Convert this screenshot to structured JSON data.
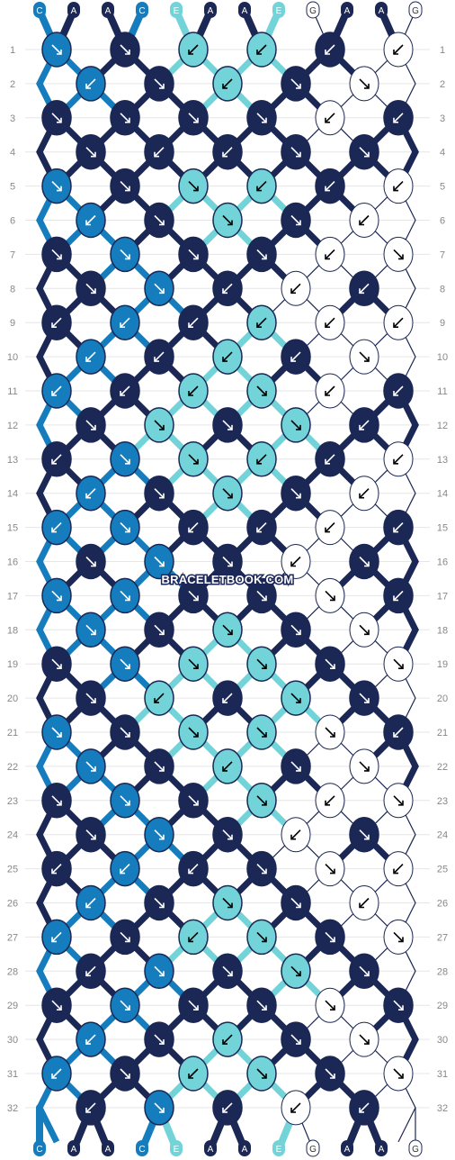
{
  "watermark": "BRACELETBOOK.COM",
  "colors": {
    "A": "#1b2754",
    "C": "#157dbd",
    "E": "#72d4d8",
    "G": "#ffffff"
  },
  "strands": [
    "C",
    "A",
    "A",
    "C",
    "E",
    "A",
    "A",
    "E",
    "G",
    "A",
    "A",
    "G"
  ],
  "row_numbers": [
    "1",
    "2",
    "3",
    "4",
    "5",
    "6",
    "7",
    "8",
    "9",
    "10",
    "11",
    "12",
    "13",
    "14",
    "15",
    "16",
    "17",
    "18",
    "19",
    "20",
    "21",
    "22",
    "23",
    "24",
    "25",
    "26",
    "27",
    "28",
    "29",
    "30",
    "31",
    "32"
  ],
  "knots": {
    "odd_rows": [
      [
        "C",
        "SE"
      ],
      [
        "A",
        "SE"
      ],
      [
        "E",
        "SW"
      ],
      [
        "E",
        "SW"
      ],
      [
        "A",
        "SW"
      ],
      [
        "G",
        "SW"
      ],
      [
        "A",
        "SE"
      ],
      [
        "A",
        "SE"
      ],
      [
        "A",
        "SE"
      ],
      [
        "A",
        "SE"
      ],
      [
        "G",
        "SW"
      ],
      [
        "A",
        "SW"
      ],
      [
        "C",
        "SE"
      ],
      [
        "A",
        "SE"
      ],
      [
        "E",
        "SE"
      ],
      [
        "E",
        "SW"
      ],
      [
        "A",
        "SW"
      ],
      [
        "G",
        "SW"
      ],
      [
        "A",
        "SE"
      ],
      [
        "C",
        "SE"
      ],
      [
        "A",
        "SE"
      ],
      [
        "A",
        "SE"
      ],
      [
        "G",
        "SW"
      ],
      [
        "G",
        "SE"
      ],
      [
        "A",
        "SW"
      ],
      [
        "C",
        "SW"
      ],
      [
        "A",
        "SW"
      ],
      [
        "E",
        "SW"
      ],
      [
        "G",
        "SW"
      ],
      [
        "G",
        "SW"
      ],
      [
        "C",
        "SW"
      ],
      [
        "A",
        "SW"
      ],
      [
        "E",
        "SW"
      ],
      [
        "E",
        "SE"
      ],
      [
        "G",
        "SW"
      ],
      [
        "A",
        "SW"
      ],
      [
        "A",
        "SW"
      ],
      [
        "C",
        "SE"
      ],
      [
        "E",
        "SE"
      ],
      [
        "E",
        "SW"
      ],
      [
        "A",
        "SW"
      ],
      [
        "G",
        "SW"
      ],
      [
        "C",
        "SW"
      ],
      [
        "C",
        "SE"
      ],
      [
        "A",
        "SW"
      ],
      [
        "A",
        "SW"
      ],
      [
        "G",
        "SW"
      ],
      [
        "A",
        "SW"
      ],
      [
        "C",
        "SE"
      ],
      [
        "C",
        "SE"
      ],
      [
        "A",
        "SE"
      ],
      [
        "A",
        "SE"
      ],
      [
        "G",
        "SE"
      ],
      [
        "A",
        "SW"
      ],
      [
        "A",
        "SE"
      ],
      [
        "C",
        "SE"
      ],
      [
        "E",
        "SE"
      ],
      [
        "E",
        "SE"
      ],
      [
        "A",
        "SE"
      ],
      [
        "G",
        "SE"
      ],
      [
        "C",
        "SE"
      ],
      [
        "A",
        "SE"
      ],
      [
        "E",
        "SE"
      ],
      [
        "E",
        "SE"
      ],
      [
        "G",
        "SE"
      ],
      [
        "A",
        "SW"
      ],
      [
        "A",
        "SE"
      ],
      [
        "C",
        "SE"
      ],
      [
        "A",
        "SE"
      ],
      [
        "E",
        "SE"
      ],
      [
        "G",
        "SW"
      ],
      [
        "G",
        "SE"
      ],
      [
        "A",
        "SW"
      ],
      [
        "C",
        "SW"
      ],
      [
        "A",
        "SW"
      ],
      [
        "A",
        "SE"
      ],
      [
        "G",
        "SE"
      ],
      [
        "G",
        "SW"
      ],
      [
        "C",
        "SW"
      ],
      [
        "A",
        "SE"
      ],
      [
        "E",
        "SW"
      ],
      [
        "E",
        "SE"
      ],
      [
        "A",
        "SE"
      ],
      [
        "G",
        "SE"
      ],
      [
        "A",
        "SE"
      ],
      [
        "C",
        "SE"
      ],
      [
        "A",
        "SE"
      ],
      [
        "A",
        "SE"
      ],
      [
        "G",
        "SE"
      ],
      [
        "A",
        "SE"
      ],
      [
        "C",
        "SW"
      ],
      [
        "A",
        "SE"
      ],
      [
        "E",
        "SW"
      ],
      [
        "E",
        "SE"
      ],
      [
        "A",
        "SE"
      ],
      [
        "G",
        "SE"
      ]
    ],
    "even_rows": [
      [
        "C",
        "SW"
      ],
      [
        "A",
        "SE"
      ],
      [
        "E",
        "SW"
      ],
      [
        "A",
        "SE"
      ],
      [
        "G",
        "SE"
      ],
      [
        "A",
        "SE"
      ],
      [
        "A",
        "SW"
      ],
      [
        "A",
        "SW"
      ],
      [
        "A",
        "SE"
      ],
      [
        "A",
        "SE"
      ],
      [
        "C",
        "SW"
      ],
      [
        "A",
        "SE"
      ],
      [
        "E",
        "SE"
      ],
      [
        "A",
        "SE"
      ],
      [
        "G",
        "SW"
      ],
      [
        "A",
        "SE"
      ],
      [
        "C",
        "SE"
      ],
      [
        "A",
        "SW"
      ],
      [
        "G",
        "SW"
      ],
      [
        "A",
        "SW"
      ],
      [
        "C",
        "SW"
      ],
      [
        "A",
        "SW"
      ],
      [
        "E",
        "SW"
      ],
      [
        "A",
        "SW"
      ],
      [
        "G",
        "SE"
      ],
      [
        "A",
        "SE"
      ],
      [
        "E",
        "SE"
      ],
      [
        "A",
        "SE"
      ],
      [
        "E",
        "SE"
      ],
      [
        "A",
        "SW"
      ],
      [
        "C",
        "SW"
      ],
      [
        "A",
        "SE"
      ],
      [
        "E",
        "SE"
      ],
      [
        "A",
        "SE"
      ],
      [
        "G",
        "SW"
      ],
      [
        "A",
        "SE"
      ],
      [
        "C",
        "SE"
      ],
      [
        "A",
        "SE"
      ],
      [
        "G",
        "SW"
      ],
      [
        "A",
        "SE"
      ],
      [
        "C",
        "SE"
      ],
      [
        "A",
        "SE"
      ],
      [
        "E",
        "SE"
      ],
      [
        "A",
        "SE"
      ],
      [
        "G",
        "SE"
      ],
      [
        "A",
        "SE"
      ],
      [
        "E",
        "SW"
      ],
      [
        "A",
        "SW"
      ],
      [
        "E",
        "SE"
      ],
      [
        "A",
        "SE"
      ],
      [
        "C",
        "SE"
      ],
      [
        "A",
        "SE"
      ],
      [
        "E",
        "SW"
      ],
      [
        "A",
        "SE"
      ],
      [
        "G",
        "SE"
      ],
      [
        "A",
        "SE"
      ],
      [
        "C",
        "SE"
      ],
      [
        "A",
        "SE"
      ],
      [
        "G",
        "SW"
      ],
      [
        "A",
        "SE"
      ],
      [
        "C",
        "SW"
      ],
      [
        "A",
        "SE"
      ],
      [
        "E",
        "SE"
      ],
      [
        "A",
        "SE"
      ],
      [
        "G",
        "SW"
      ],
      [
        "A",
        "SW"
      ],
      [
        "C",
        "SE"
      ],
      [
        "A",
        "SE"
      ],
      [
        "E",
        "SE"
      ],
      [
        "A",
        "SE"
      ],
      [
        "C",
        "SW"
      ],
      [
        "A",
        "SE"
      ],
      [
        "E",
        "SW"
      ],
      [
        "A",
        "SE"
      ],
      [
        "G",
        "SE"
      ],
      [
        "A",
        "SW"
      ],
      [
        "C",
        "SE"
      ],
      [
        "A",
        "SW"
      ],
      [
        "G",
        "SW"
      ],
      [
        "A",
        "SW"
      ]
    ]
  }
}
